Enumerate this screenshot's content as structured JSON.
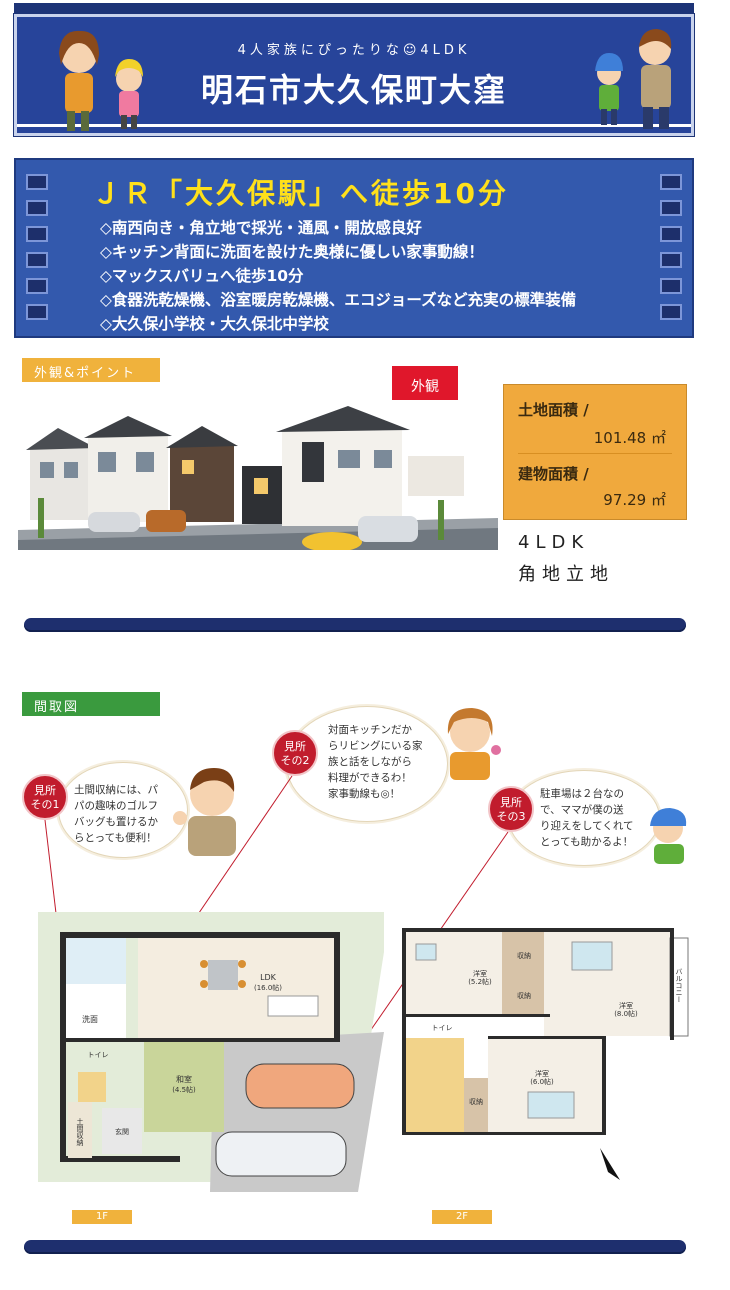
{
  "banner": {
    "subtitle": "4人家族にぴったりな☺4LDK",
    "title": "明石市大久保町大窪"
  },
  "features": {
    "headline": "ＪＲ「大久保駅」へ徒歩10分",
    "items": [
      "◇南西向き・角立地で採光・通風・開放感良好",
      "◇キッチン背面に洗面を設けた奥様に優しい家事動線！",
      "◇マックスバリュへ徒歩10分",
      "◇食器洗乾燥機、浴室暖房乾燥機、エコジョーズなど充実の標準装備",
      "◇大久保小学校・大久保北中学校"
    ]
  },
  "exterior": {
    "tag": "外観&ポイント",
    "label": "外観",
    "land_area_label": "土地面積 /",
    "land_area_value": "101.48 ㎡",
    "building_area_label": "建物面積 /",
    "building_area_value": "97.29 ㎡",
    "layout_note": "4LDK",
    "corner_note": "角地立地"
  },
  "floorplan": {
    "tag": "間取図",
    "points": [
      {
        "badge": "見所\nその1",
        "text": [
          "土間収納には、パ",
          "パの趣味のゴルフ",
          "バッグも置けるか",
          "らとっても便利！"
        ]
      },
      {
        "badge": "見所\nその2",
        "text": [
          "対面キッチンだか",
          "らリビングにいる家",
          "族と話をしながら",
          "料理ができるわ！",
          "家事動線も◎！"
        ]
      },
      {
        "badge": "見所\nその3",
        "text": [
          "駐車場は２台なの",
          "で、ママが僕の送",
          "り迎えをしてくれて",
          "とっても助かるよ！"
        ]
      }
    ],
    "rooms_1f": {
      "ldk": "LDK\n(16.0帖)",
      "washroom": "洗面",
      "toilet": "トイレ",
      "japanese": "和室\n(4.5帖)",
      "storage": "土間収納",
      "entrance": "玄関"
    },
    "rooms_2f": {
      "room1": "洋室\n(5.2帖)",
      "room2": "洋室\n(8.0帖)",
      "room3": "洋室\n(6.0帖)",
      "closet": "収納",
      "toilet": "トイレ",
      "balcony": "バルコニー"
    },
    "label_1f": "1F",
    "label_2f": "2F"
  }
}
